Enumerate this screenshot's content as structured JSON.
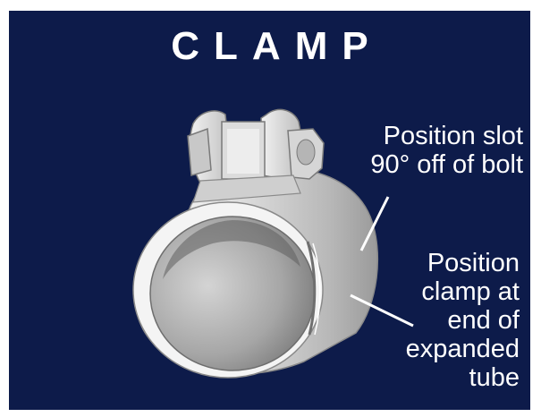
{
  "diagram": {
    "title": "CLAMP",
    "labels": {
      "slot_position": "Position slot\n90° off of bolt",
      "clamp_position": "Position\nclamp at\nend of\nexpanded\ntube"
    },
    "colors": {
      "background": "#0d1b4a",
      "frame": "#ffffff",
      "text": "#ffffff",
      "metal_light": "#e8e8e8",
      "metal_mid": "#b9b9b9",
      "metal_dark": "#7c7c7c"
    },
    "icons": [
      "exhaust-clamp-illustration",
      "bolt-nut",
      "leader-line"
    ]
  }
}
